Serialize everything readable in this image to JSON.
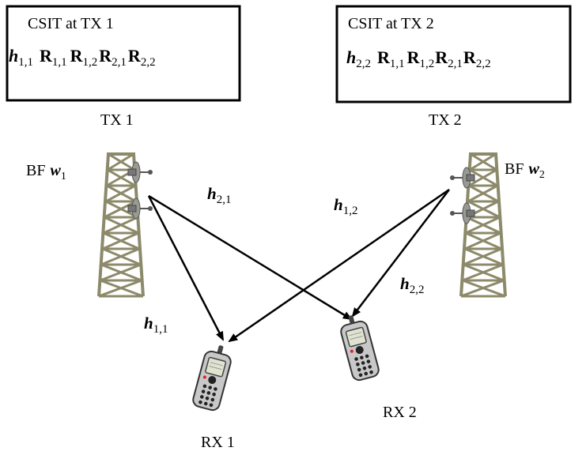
{
  "colors": {
    "tower": "#8c8a6a",
    "dish": "#8a8a84",
    "phone_body": "#c8c8c8",
    "arrow": "#000000"
  },
  "csit_boxes": [
    {
      "title": "CSIT at TX 1",
      "h": "h",
      "h_sub": "1,1",
      "terms": [
        {
          "sym": "R",
          "sub": "1,1"
        },
        {
          "sym": "R",
          "sub": "1,2"
        },
        {
          "sym": "R",
          "sub": "2,1"
        },
        {
          "sym": "R",
          "sub": "2,2"
        }
      ],
      "caption": "TX 1"
    },
    {
      "title": "CSIT at TX 2",
      "h": "h",
      "h_sub": "2,2",
      "terms": [
        {
          "sym": "R",
          "sub": "1,1"
        },
        {
          "sym": "R",
          "sub": "1,2"
        },
        {
          "sym": "R",
          "sub": "2,1"
        },
        {
          "sym": "R",
          "sub": "2,2"
        }
      ],
      "caption": "TX 2"
    }
  ],
  "beamformers": [
    {
      "prefix": "BF",
      "sym": "w",
      "sub": "1"
    },
    {
      "prefix": "BF",
      "sym": "w",
      "sub": "2"
    }
  ],
  "channels": [
    {
      "sym": "h",
      "sub": "1,1"
    },
    {
      "sym": "h",
      "sub": "2,1"
    },
    {
      "sym": "h",
      "sub": "1,2"
    },
    {
      "sym": "h",
      "sub": "2,2"
    }
  ],
  "receivers": [
    {
      "label": "RX 1"
    },
    {
      "label": "RX 2"
    }
  ],
  "icons": [
    "tower-icon",
    "dish-antenna-icon",
    "mobile-phone-icon"
  ]
}
